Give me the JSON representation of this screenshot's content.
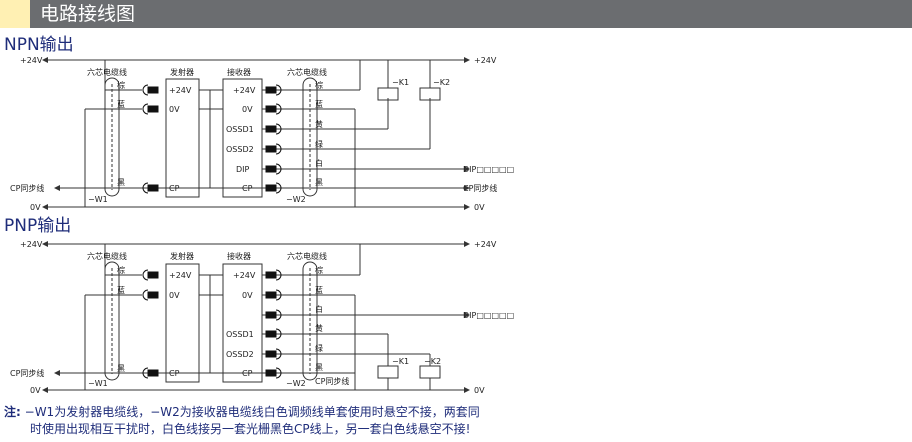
{
  "header": {
    "title": "电路接线图"
  },
  "npn": {
    "title": "NPN输出",
    "plus24_left": "+24V",
    "plus24_right": "+24V",
    "zero_left": "0V",
    "zero_right": "0V",
    "cp_left": "CP同步线",
    "cp_right": "CP同步线",
    "dip_right": "DIP□□□□□",
    "cable_left": "六芯电缆线",
    "cable_right": "六芯电缆线",
    "emitter": "发射器",
    "receiver": "接收器",
    "w1": "−W1",
    "w2": "−W2",
    "k1": "−K1",
    "k2": "−K2",
    "emit_pins": [
      "+24V",
      "0V",
      "CP"
    ],
    "recv_pins": [
      "+24V",
      "0V",
      "OSSD1",
      "OSSD2",
      "DIP",
      "CP"
    ],
    "left_colors": [
      "棕",
      "蓝",
      "黑"
    ],
    "right_colors": [
      "棕",
      "蓝",
      "黄",
      "绿",
      "白",
      "黑"
    ]
  },
  "pnp": {
    "title": "PNP输出",
    "plus24_left": "+24V",
    "plus24_right": "+24V",
    "zero_left": "0V",
    "zero_right": "0V",
    "cp_left": "CP同步线",
    "cp_right": "CP同步线",
    "dip_right": "DIP□□□□□",
    "cable_left": "六芯电缆线",
    "cable_right": "六芯电缆线",
    "emitter": "发射器",
    "receiver": "接收器",
    "w1": "−W1",
    "w2": "−W2",
    "k1": "−K1",
    "k2": "−K2",
    "emit_pins": [
      "+24V",
      "0V",
      "CP"
    ],
    "recv_pins": [
      "+24V",
      "0V",
      "OSSD1",
      "OSSD2",
      "CP"
    ],
    "left_colors": [
      "棕",
      "蓝",
      "黑"
    ],
    "right_colors": [
      "棕",
      "蓝",
      "白",
      "黄",
      "绿",
      "黑"
    ]
  },
  "note": {
    "label": "注:",
    "line1": "−W1为发射器电缆线，−W2为接收器电缆线白色调频线单套使用时悬空不接，两套同",
    "line2": "时使用出现相互干扰时，白色线接另一套光栅黑色CP线上，另一套白色线悬空不接!"
  }
}
